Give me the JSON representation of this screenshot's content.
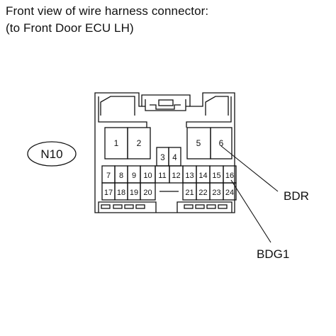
{
  "caption": {
    "line1": "Front view of wire harness connector:",
    "line2": "(to Front Door ECU LH)"
  },
  "connector": {
    "code": "N10",
    "pins_large": [
      "1",
      "2",
      "5",
      "6"
    ],
    "pins_small_top": [
      "3",
      "4"
    ],
    "pins_row1": [
      "7",
      "8",
      "9",
      "10",
      "11",
      "12",
      "13",
      "14",
      "15",
      "16"
    ],
    "pins_row2": [
      "17",
      "18",
      "19",
      "20",
      "21",
      "22",
      "23",
      "24"
    ]
  },
  "callouts": {
    "bdr": "BDR",
    "bdg1": "BDG1"
  }
}
